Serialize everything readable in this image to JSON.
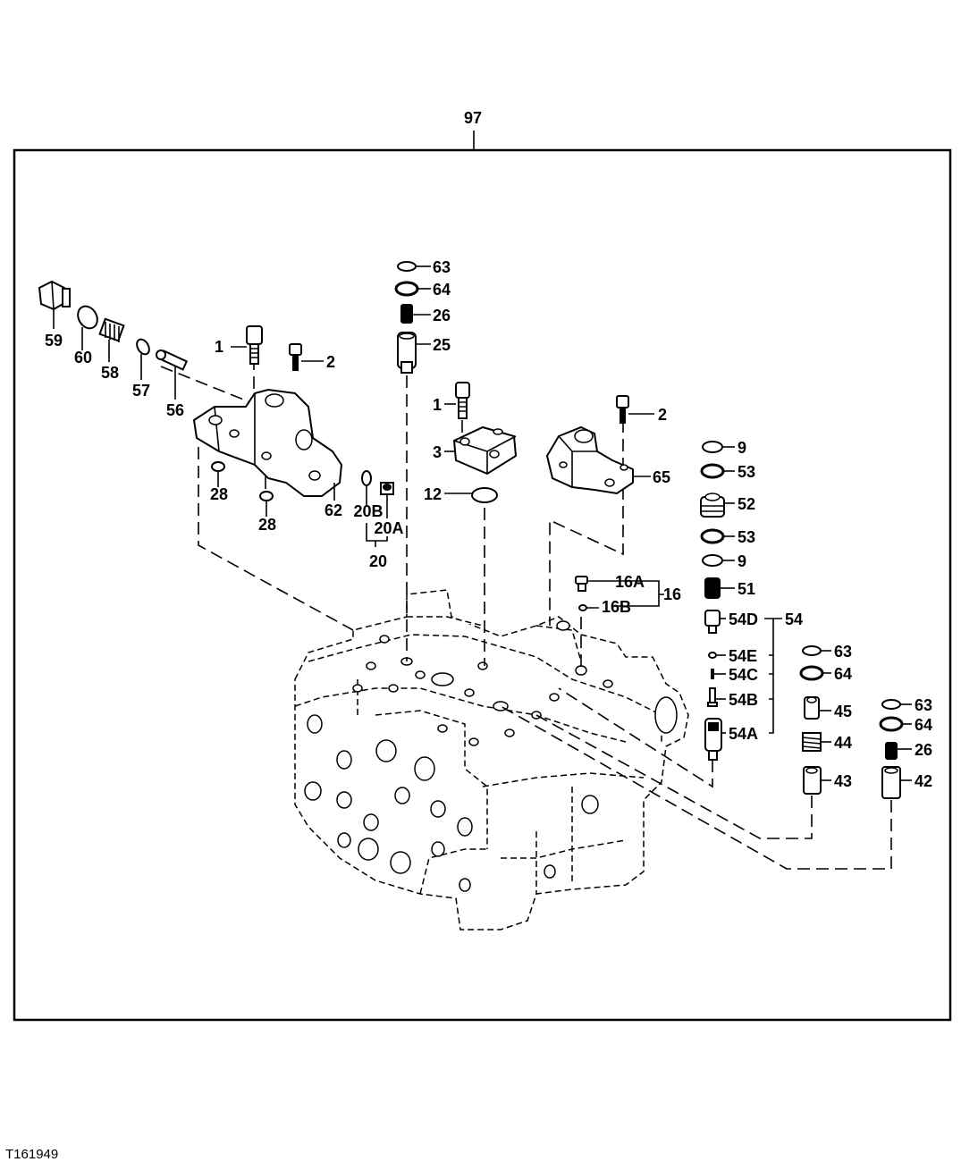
{
  "diagram": {
    "figure_ref": "T161949",
    "assembly_label": "97",
    "callouts": {
      "c59": "59",
      "c60": "60",
      "c58": "58",
      "c57": "57",
      "c56": "56",
      "c1a": "1",
      "c2a": "2",
      "c28a": "28",
      "c28b": "28",
      "c62": "62",
      "c20B": "20B",
      "c20A": "20A",
      "c20": "20",
      "c63a": "63",
      "c64a": "64",
      "c26a": "26",
      "c25": "25",
      "c1b": "1",
      "c3": "3",
      "c12": "12",
      "c2b": "2",
      "c65": "65",
      "c16A": "16A",
      "c16B": "16B",
      "c16": "16",
      "c9a": "9",
      "c53a": "53",
      "c52": "52",
      "c53b": "53",
      "c9b": "9",
      "c51": "51",
      "c54D": "54D",
      "c54": "54",
      "c54E": "54E",
      "c54C": "54C",
      "c54B": "54B",
      "c54A": "54A",
      "c63b": "63",
      "c64b": "64",
      "c45": "45",
      "c44": "44",
      "c43": "43",
      "c63c": "63",
      "c64c": "64",
      "c26b": "26",
      "c42": "42"
    }
  }
}
